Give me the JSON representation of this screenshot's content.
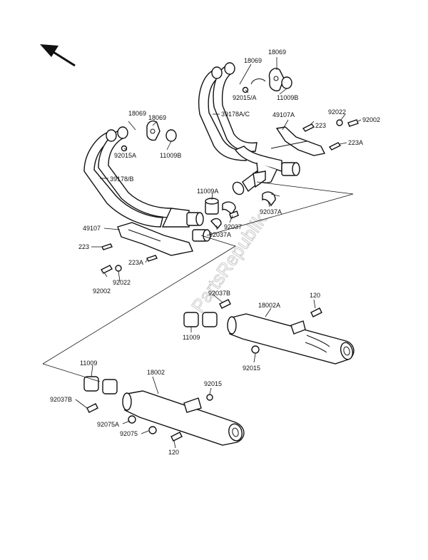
{
  "watermark": "PartsRepublik",
  "labels": [
    {
      "id": "l-18069-a",
      "text": "18069"
    },
    {
      "id": "l-18069-b",
      "text": "18069"
    },
    {
      "id": "l-92015a-1",
      "text": "92015/A"
    },
    {
      "id": "l-11009b-1",
      "text": "11009B"
    },
    {
      "id": "l-39178ac",
      "text": "39178A/C"
    },
    {
      "id": "l-49107a",
      "text": "49107A"
    },
    {
      "id": "l-92022-r",
      "text": "92022"
    },
    {
      "id": "l-92002-r",
      "text": "92002"
    },
    {
      "id": "l-223-r",
      "text": "223"
    },
    {
      "id": "l-223a-r",
      "text": "223A"
    },
    {
      "id": "l-18069-c",
      "text": "18069"
    },
    {
      "id": "l-18069-d",
      "text": "18069"
    },
    {
      "id": "l-92015a-2",
      "text": "92015A"
    },
    {
      "id": "l-11009b-2",
      "text": "11009B"
    },
    {
      "id": "l-39178b",
      "text": "39178/B"
    },
    {
      "id": "l-11009a",
      "text": "11009A"
    },
    {
      "id": "l-92037a-r",
      "text": "92037A"
    },
    {
      "id": "l-92037-m",
      "text": "92037"
    },
    {
      "id": "l-92037a-m",
      "text": "92037A"
    },
    {
      "id": "l-49107",
      "text": "49107"
    },
    {
      "id": "l-223-l",
      "text": "223"
    },
    {
      "id": "l-223a-l",
      "text": "223A"
    },
    {
      "id": "l-92022-l",
      "text": "92022"
    },
    {
      "id": "l-92002-l",
      "text": "92002"
    },
    {
      "id": "l-92037b-r",
      "text": "92037B"
    },
    {
      "id": "l-120-r",
      "text": "120"
    },
    {
      "id": "l-18002a",
      "text": "18002A"
    },
    {
      "id": "l-11009-r",
      "text": "11009"
    },
    {
      "id": "l-92015-r",
      "text": "92015"
    },
    {
      "id": "l-11009-l",
      "text": "11009"
    },
    {
      "id": "l-18002",
      "text": "18002"
    },
    {
      "id": "l-92015-l",
      "text": "92015"
    },
    {
      "id": "l-92037b-l",
      "text": "92037B"
    },
    {
      "id": "l-92075a",
      "text": "92075A"
    },
    {
      "id": "l-92075",
      "text": "92075"
    },
    {
      "id": "l-120-l",
      "text": "120"
    }
  ]
}
